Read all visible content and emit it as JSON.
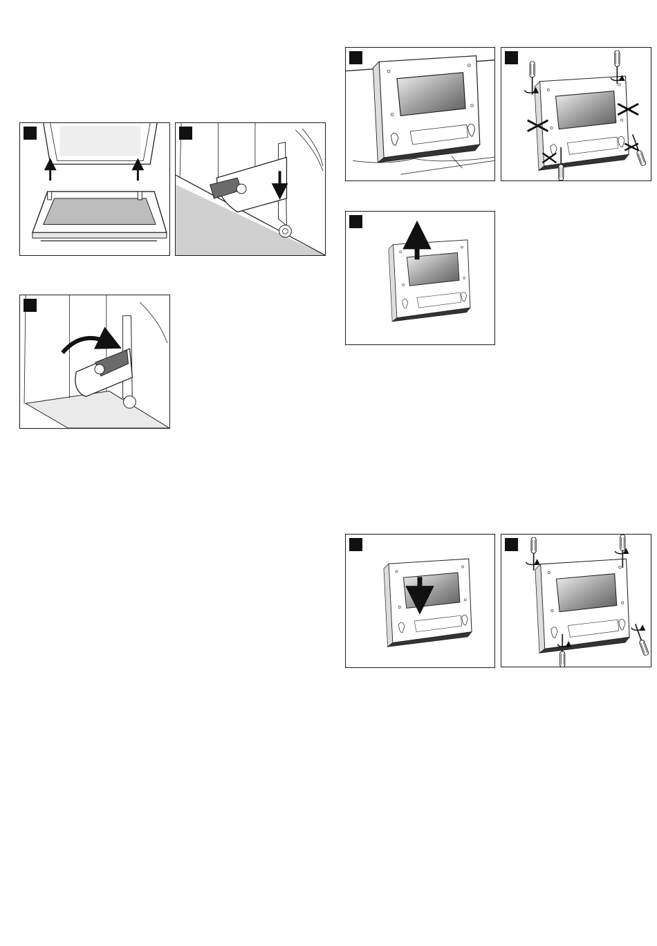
{
  "figures": [
    {
      "id": "p1",
      "icon": "door-hinge-lift-illustration"
    },
    {
      "id": "p2",
      "icon": "hinge-lever-down-illustration"
    },
    {
      "id": "p3",
      "icon": "hinge-lever-fold-back-illustration"
    },
    {
      "id": "p4",
      "icon": "door-panel-flat-illustration"
    },
    {
      "id": "p5",
      "icon": "door-screws-remove-illustration"
    },
    {
      "id": "p6",
      "icon": "inner-pane-lift-out-illustration"
    },
    {
      "id": "p7",
      "icon": "inner-pane-insert-illustration"
    },
    {
      "id": "p8",
      "icon": "door-screws-fasten-illustration"
    }
  ],
  "colors": {
    "badge": "#111111",
    "glass_gradient_light": "#f4f4f4",
    "glass_gradient_dark": "#5a5a5a",
    "lever": "#6b6b6b",
    "shade": "#d0d0d0"
  }
}
